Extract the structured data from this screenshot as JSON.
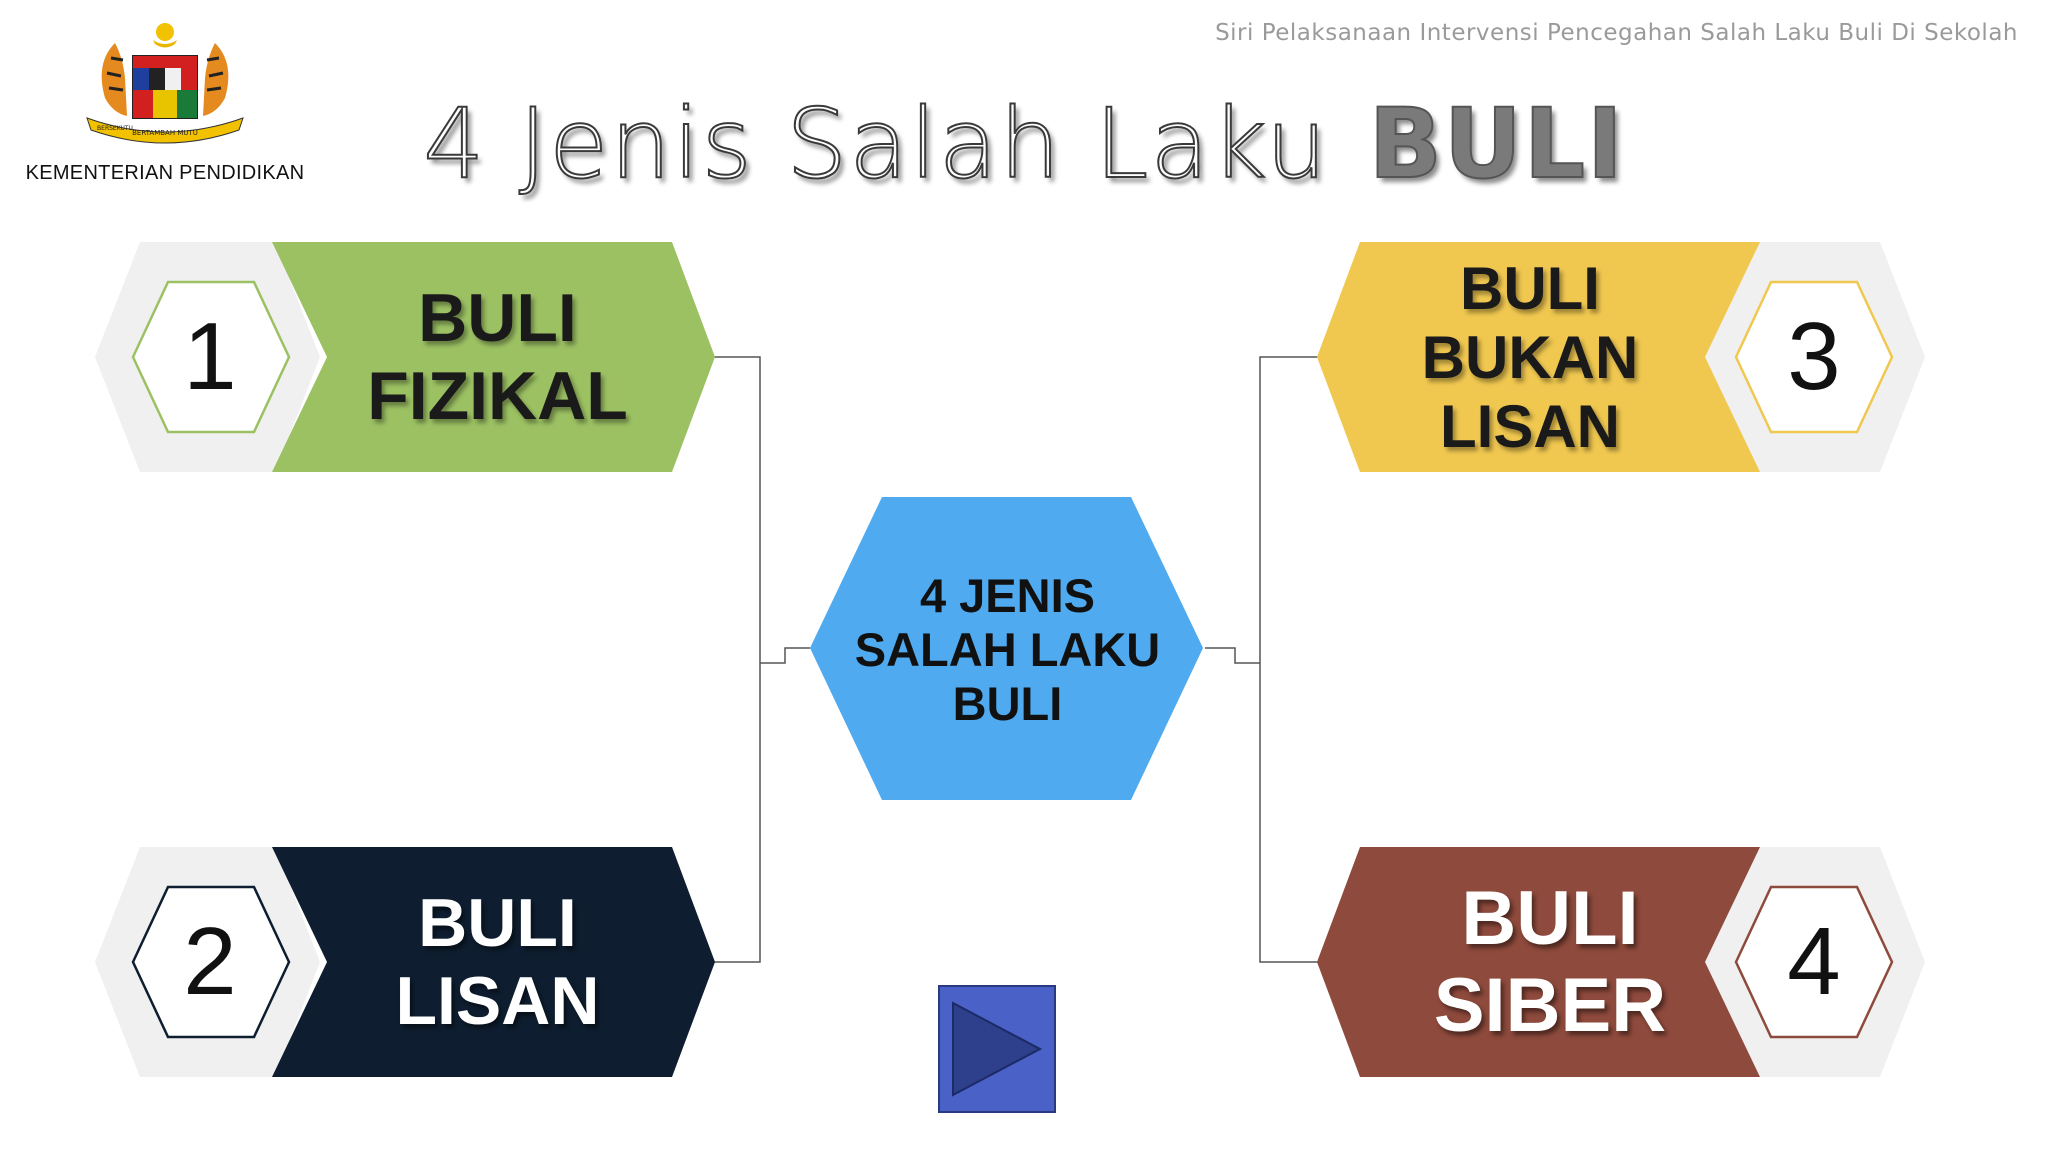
{
  "header": {
    "ministry": "KEMENTERIAN PENDIDIKAN",
    "series": "Siri Pelaksanaan Intervensi Pencegahan Salah Laku Buli Di Sekolah",
    "crest_banner_left": "BERSEKUTU",
    "crest_banner_mid": "BERTAMBAH MUTU",
    "title_main": "4 Jenis Salah Laku",
    "title_bold": "BULI"
  },
  "center": {
    "line1": "4 JENIS",
    "line2": "SALAH LAKU",
    "line3": "BULI",
    "color": "#4FAAF0"
  },
  "types": [
    {
      "number": "1",
      "line1": "BULI",
      "line2": "FIZIKAL",
      "line3": "",
      "color": "#9CC163"
    },
    {
      "number": "2",
      "line1": "BULI",
      "line2": "LISAN",
      "line3": "",
      "color": "#0E1E30"
    },
    {
      "number": "3",
      "line1": "BULI",
      "line2": "BUKAN",
      "line3": "LISAN",
      "color": "#F0C850"
    },
    {
      "number": "4",
      "line1": "BULI",
      "line2": "SIBER",
      "line3": "",
      "color": "#8E4A3C"
    }
  ],
  "controls": {
    "play_icon": "play-icon",
    "play_color": "#4A62C8"
  }
}
